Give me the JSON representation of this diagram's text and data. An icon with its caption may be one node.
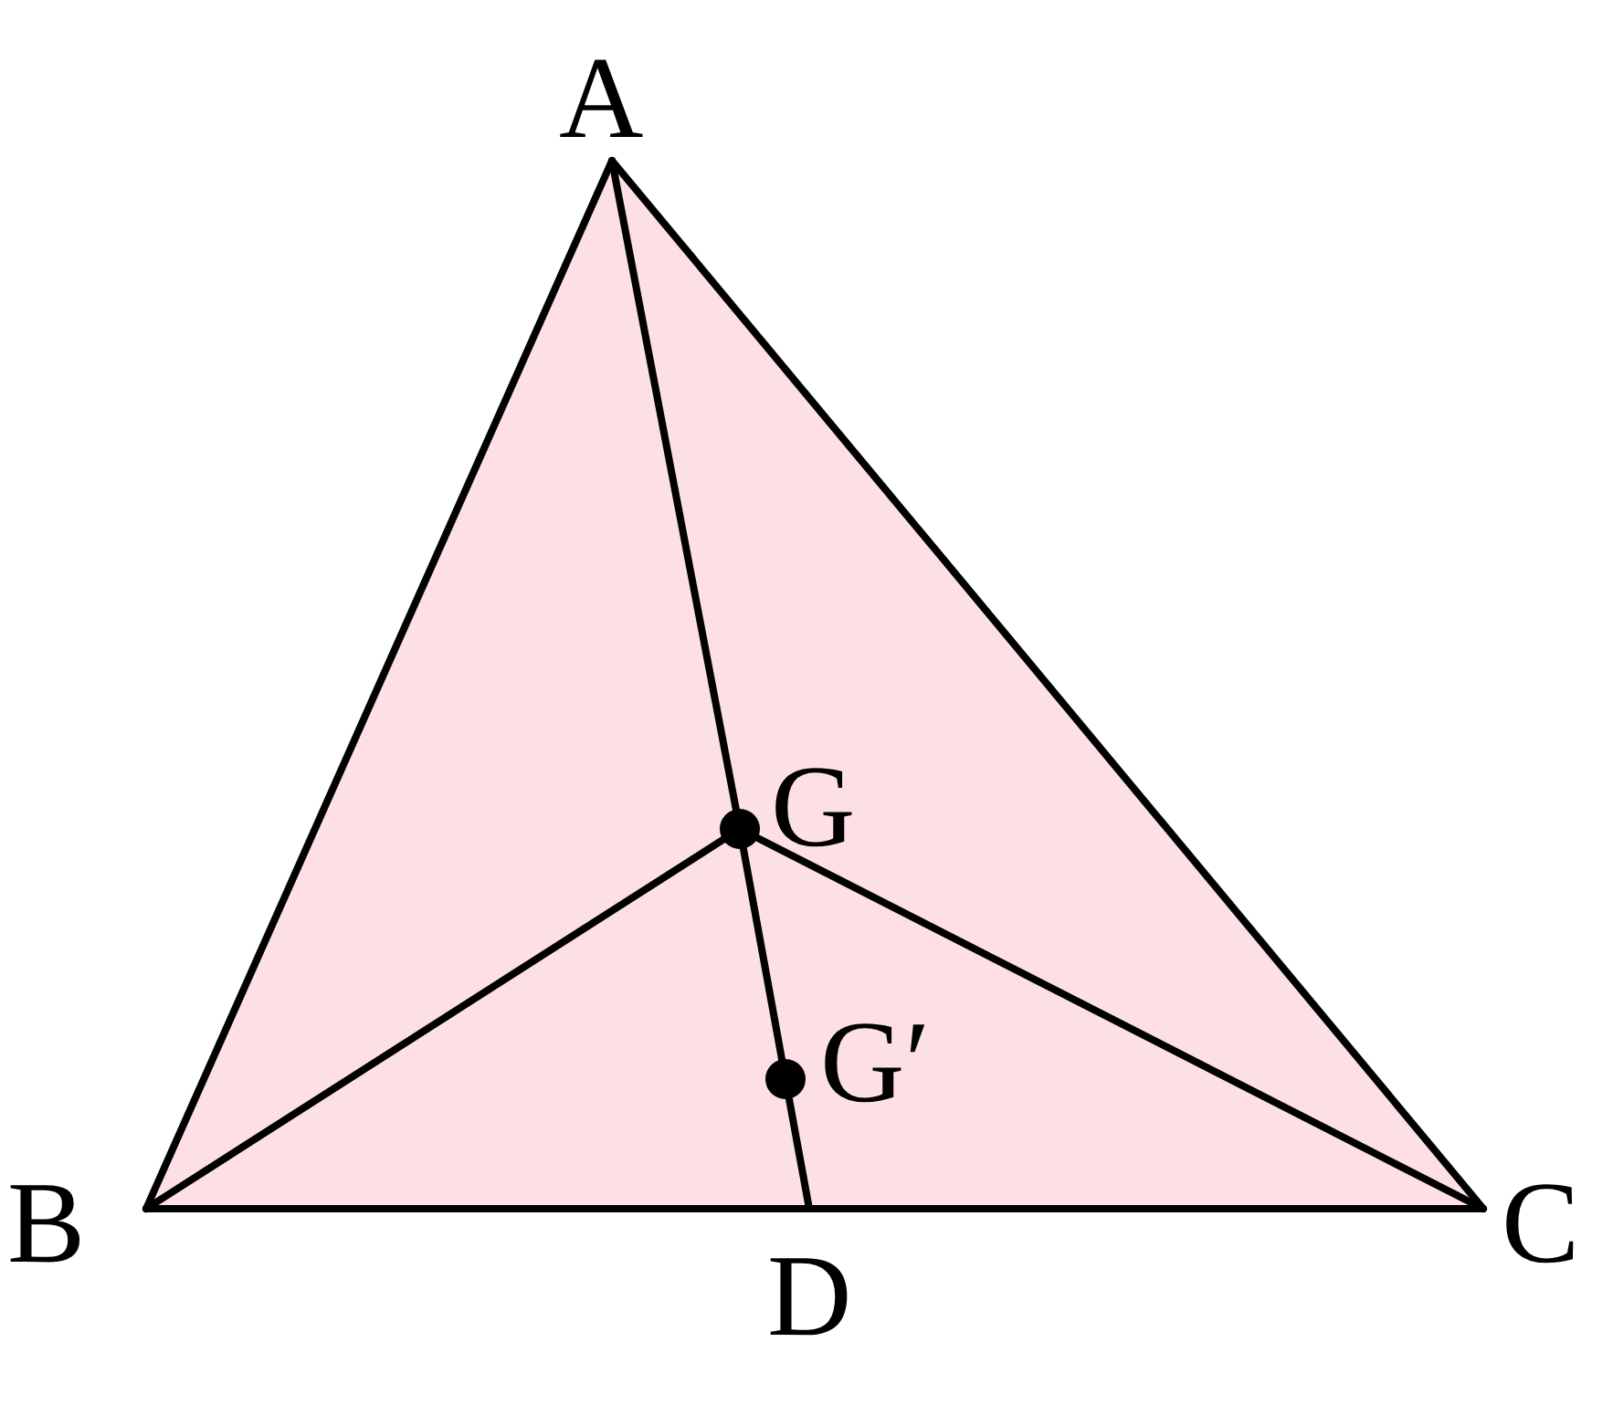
{
  "diagram": {
    "nodes": [
      {
        "text": [
          "A"
        ]
      },
      {
        "text": [
          "G"
        ]
      },
      {
        "text": [
          "G′"
        ]
      },
      {
        "text": [
          "B"
        ]
      },
      {
        "text": [
          "C"
        ]
      },
      {
        "text": [
          "D"
        ]
      }
    ],
    "edges": [
      {
        "from": 0,
        "to": 3,
        "arrow": "none"
      },
      {
        "from": 0,
        "to": 4,
        "arrow": "none"
      },
      {
        "from": 3,
        "to": 5,
        "arrow": "none"
      },
      {
        "from": 5,
        "to": 4,
        "arrow": "none"
      },
      {
        "from": 0,
        "to": 1,
        "arrow": "none"
      },
      {
        "from": 1,
        "to": 2,
        "arrow": "none"
      },
      {
        "from": 2,
        "to": 5,
        "arrow": "none"
      },
      {
        "from": 1,
        "to": 3,
        "arrow": "none"
      },
      {
        "from": 1,
        "to": 4,
        "arrow": "none"
      }
    ]
  }
}
